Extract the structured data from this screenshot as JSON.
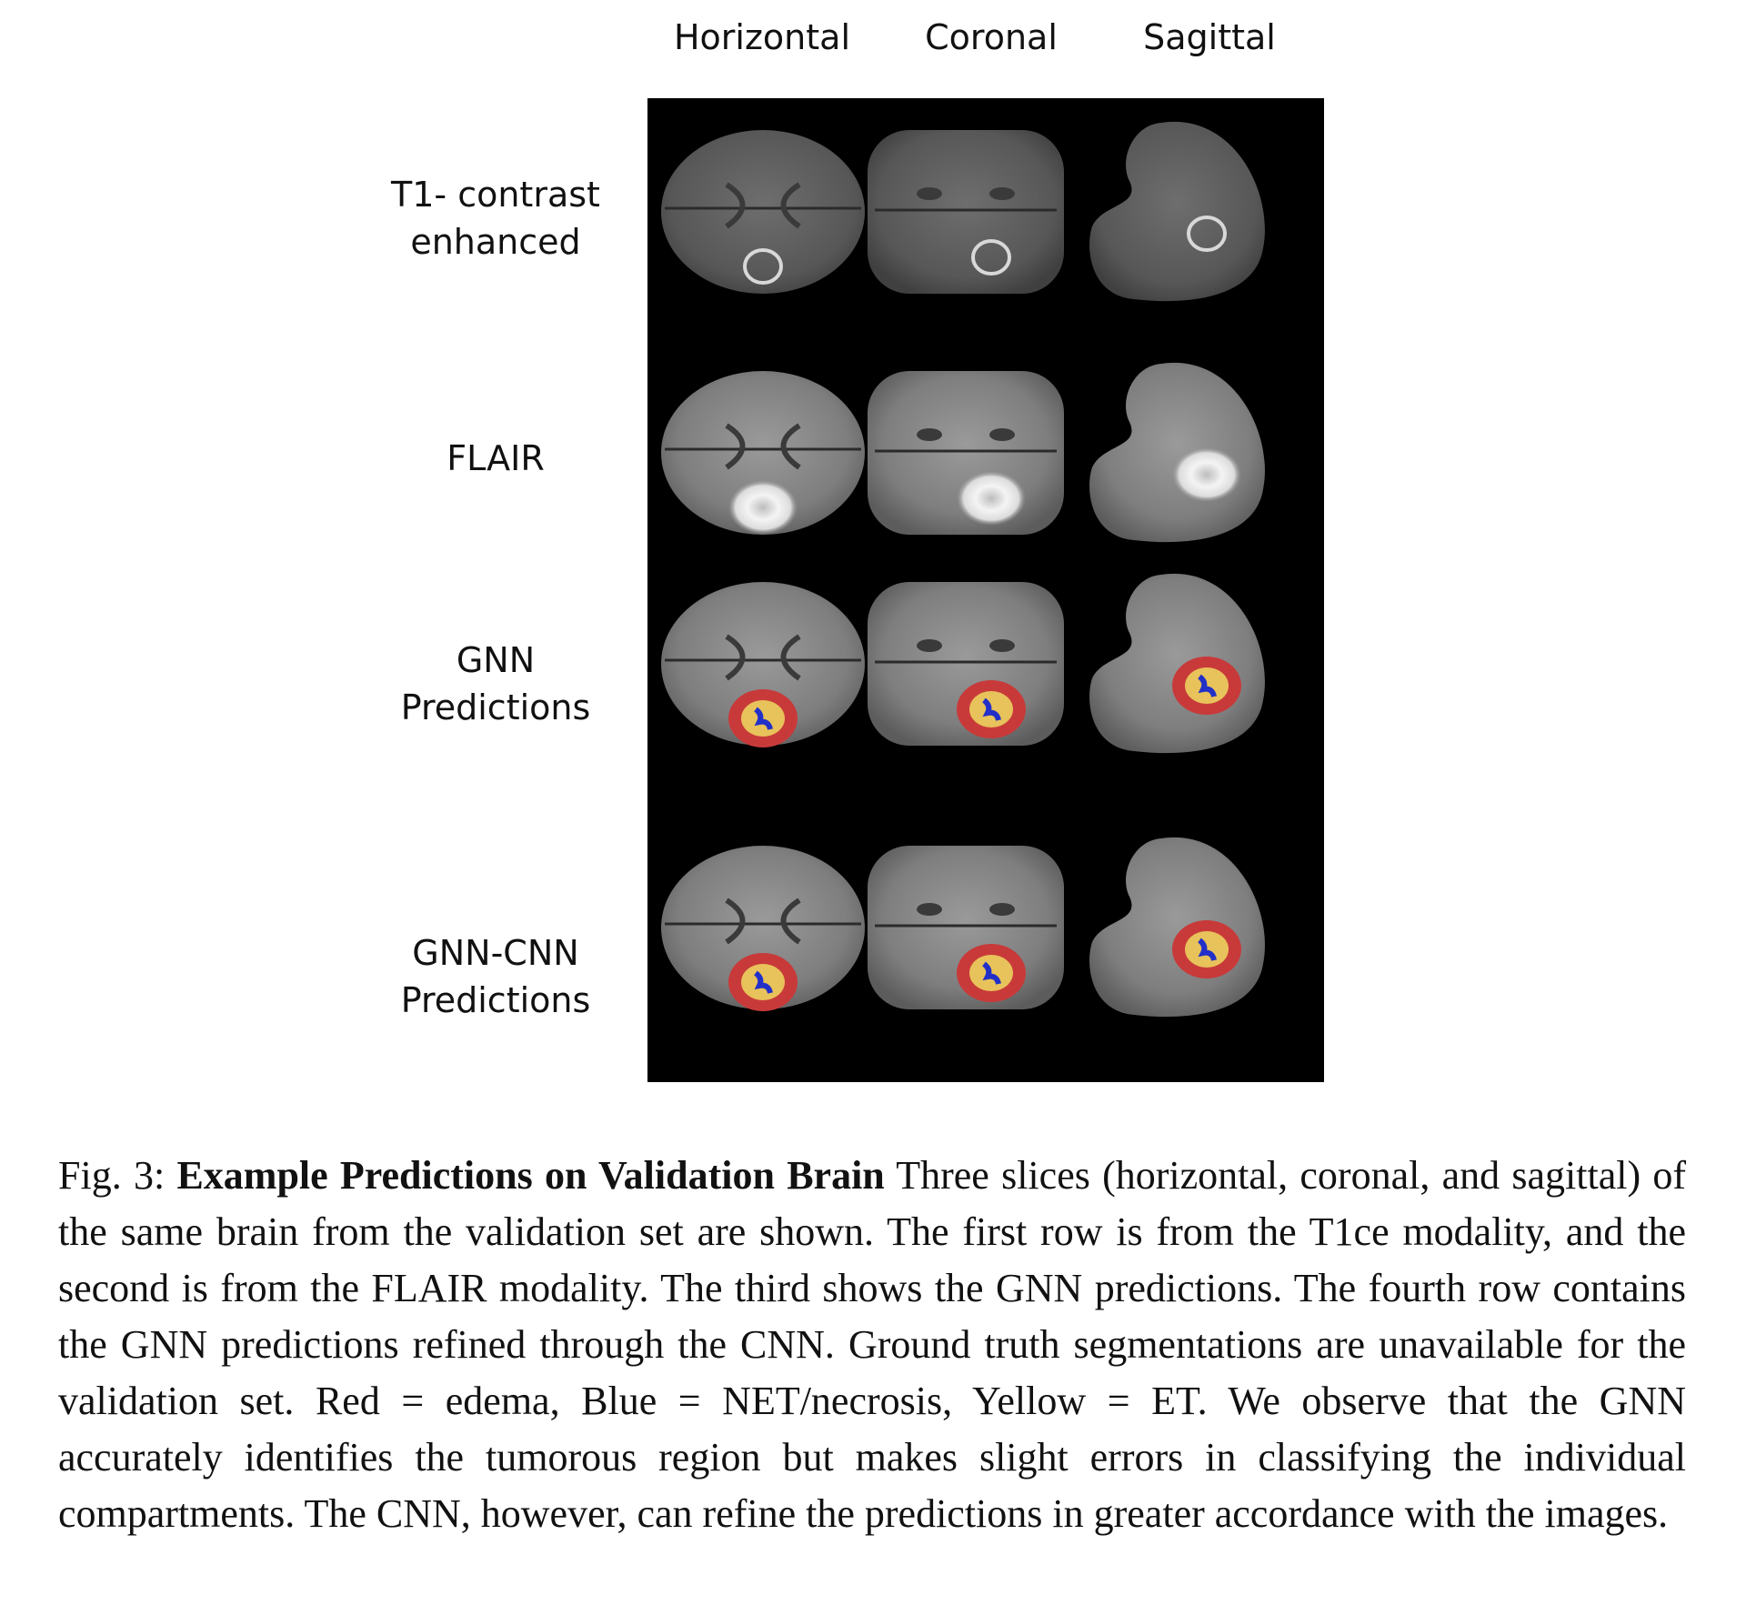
{
  "figure": {
    "columns": [
      "Horizontal",
      "Coronal",
      "Sagittal"
    ],
    "rows": [
      {
        "label_lines": [
          "T1- contrast",
          "enhanced"
        ]
      },
      {
        "label_lines": [
          "FLAIR"
        ]
      },
      {
        "label_lines": [
          "GNN",
          "Predictions"
        ]
      },
      {
        "label_lines": [
          "GNN-CNN",
          "Predictions"
        ]
      }
    ],
    "segmentation_colors": {
      "edema": "#c83a3a",
      "net_necrosis": "#2230c8",
      "et": "#e8c25a"
    },
    "background_color": "#000000"
  },
  "caption": {
    "prefix": "Fig. 3: ",
    "title": "Example Predictions on Validation Brain",
    "body": " Three slices (horizontal, coronal, and sagittal) of the same brain from the validation set are shown. The first row is from the T1ce modality, and the second is from the FLAIR modality. The third shows the GNN predictions. The fourth row contains the GNN predictions refined through the CNN. Ground truth segmentations are unavailable for the validation set. Red = edema, Blue = NET/necrosis, Yellow = ET. We observe that the GNN accurately identifies the tumorous region but makes slight errors in classifying the individual compartments. The CNN, however, can refine the predictions in greater accordance with the images."
  }
}
